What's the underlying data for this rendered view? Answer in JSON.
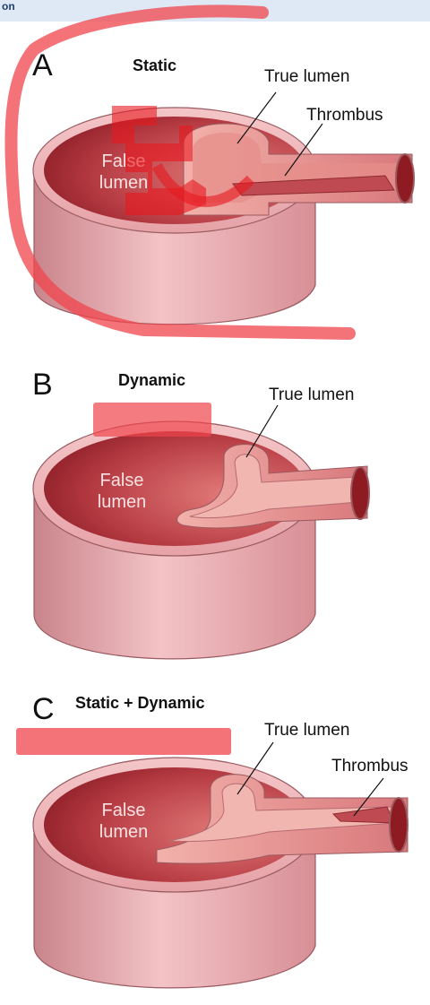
{
  "header": {
    "text": "on"
  },
  "panels": [
    {
      "letter": "A",
      "title": "Static",
      "false_lumen_line1": "False",
      "false_lumen_line2": "lumen",
      "label_true_lumen": "True lumen",
      "label_thrombus": "Thrombus"
    },
    {
      "letter": "B",
      "title": "Dynamic",
      "false_lumen_line1": "False",
      "false_lumen_line2": "lumen",
      "label_true_lumen": "True lumen"
    },
    {
      "letter": "C",
      "title": "Static + Dynamic",
      "false_lumen_line1": "False",
      "false_lumen_line2": "lumen",
      "label_true_lumen": "True lumen",
      "label_thrombus": "Thrombus"
    }
  ],
  "colors": {
    "outer_wall": "#e7a0a6",
    "wall_shadow": "#c77a82",
    "false_lumen_dark": "#8e1a22",
    "false_lumen_light": "#d35a5e",
    "branch": "#e99a94",
    "thrombus": "#c04a52",
    "annotation_red": "#f0444c"
  }
}
